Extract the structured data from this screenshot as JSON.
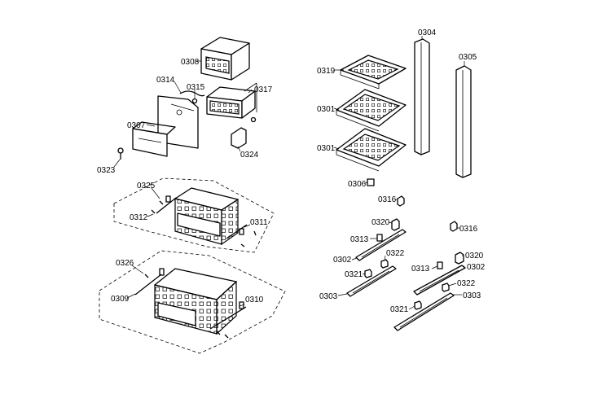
{
  "labels": {
    "l0308": "0308",
    "l0314": "0314",
    "l0315": "0315",
    "l0317": "0317",
    "l0307": "0307",
    "l0324": "0324",
    "l0323": "0323",
    "l0325": "0325",
    "l0312": "0312",
    "l0311": "0311",
    "l0326": "0326",
    "l0309": "0309",
    "l0310": "0310",
    "l0319": "0319",
    "l0301a": "0301",
    "l0301b": "0301",
    "l0304": "0304",
    "l0305": "0305",
    "l0306": "0306",
    "l0316a": "0316",
    "l0316b": "0316",
    "l0320a": "0320",
    "l0313a": "0313",
    "l0302a": "0302",
    "l0322a": "0322",
    "l0321a": "0321",
    "l0303a": "0303",
    "l0320b": "0320",
    "l0313b": "0313",
    "l0302b": "0302",
    "l0322b": "0322",
    "l0303b": "0303",
    "l0321b": "0321"
  }
}
